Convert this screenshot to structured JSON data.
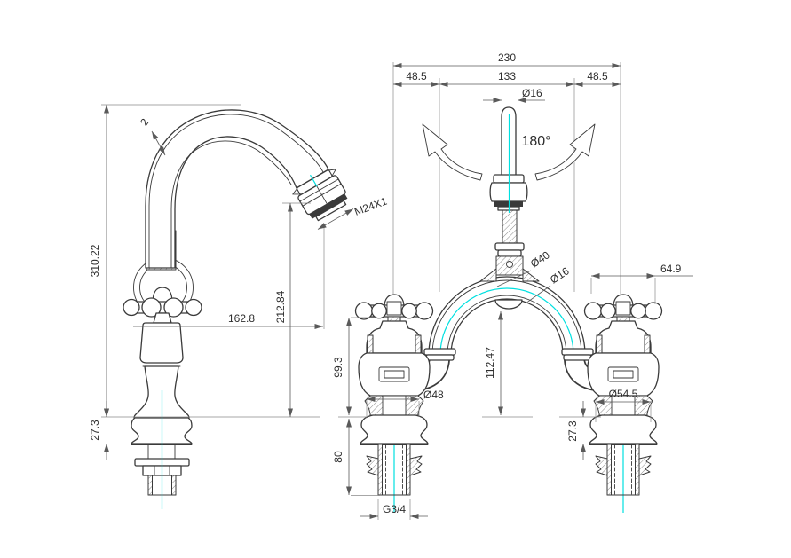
{
  "drawing": {
    "kind": "technical-drawing",
    "subject": "two-hole bridge mixer tap with swan-neck swivel spout, side view and front section view",
    "colors": {
      "line": "#3a3a3a",
      "dimension": "#5a5a5a",
      "extension": "#8a8a8a",
      "centerline": "#00e0e0",
      "background": "#ffffff"
    },
    "dims": {
      "spread": "230",
      "offset_left": "48.5",
      "center_span": "133",
      "offset_right": "48.5",
      "spout_outlet_dia": "Ø16",
      "swivel_angle": "180°",
      "wall_thickness": "2",
      "aerator_thread": "M24X1",
      "total_height": "310.22",
      "outlet_height": "212.84",
      "spout_reach": "162.8",
      "base_height_side": "27.3",
      "hub_dia": "Ø40",
      "pipe_dia": "Ø16",
      "handle_span": "64.9",
      "clearance_height": "112.47",
      "handle_height": "99.3",
      "left_base_dia": "Ø48",
      "shank_length": "80",
      "inlet_thread": "G3/4",
      "right_base_dia": "Ø54.5",
      "base_height_front": "27.3"
    }
  }
}
